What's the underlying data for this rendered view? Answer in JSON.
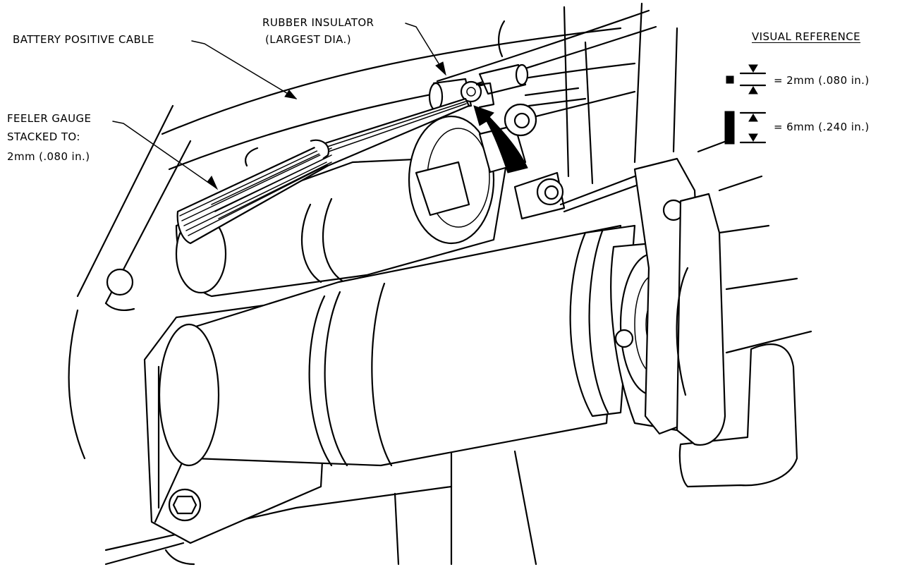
{
  "callouts": {
    "battery_cable": "BATTERY POSITIVE CABLE",
    "insulator_line1": "RUBBER INSULATOR",
    "insulator_line2": "(LARGEST DIA.)",
    "feeler_line1": "FEELER GAUGE",
    "feeler_line2": "STACKED TO:",
    "feeler_line3": "2mm (.080 in.)"
  },
  "visual_reference": {
    "title": "VISUAL REFERENCE",
    "items": [
      {
        "label": "= 2mm (.080 in.)"
      },
      {
        "label": "= 6mm (.240 in.)"
      }
    ]
  }
}
